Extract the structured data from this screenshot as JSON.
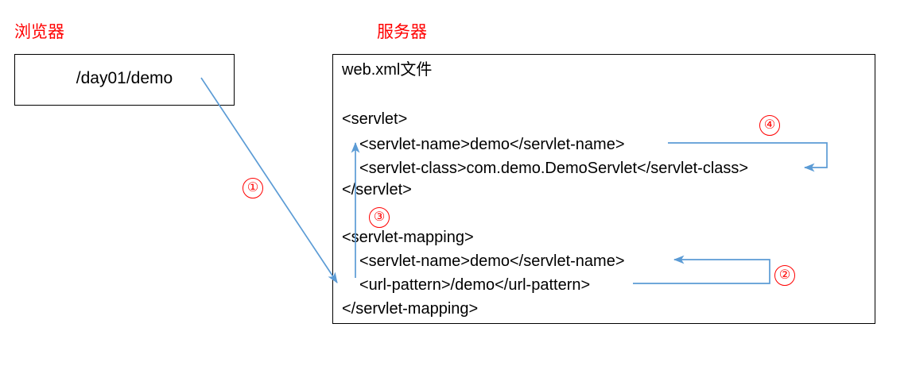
{
  "diagram": {
    "title_browser": "浏览器",
    "title_server": "服务器",
    "accent_red": "#ff0000",
    "accent_blue": "#5b9bd5",
    "outline_black": "#000000",
    "background": "#ffffff"
  },
  "browser": {
    "label": "浏览器",
    "url_value": "/day01/demo"
  },
  "server": {
    "label": "服务器",
    "file_heading": "web.xml文件",
    "code_lines": [
      {
        "text": "<servlet>",
        "indent": 0
      },
      {
        "text": "<servlet-name>demo</servlet-name>",
        "indent": 1
      },
      {
        "text": "<servlet-class>com.demo.DemoServlet</servlet-class>",
        "indent": 1
      },
      {
        "text": "</servlet>",
        "indent": 0
      },
      {
        "text": "<servlet-mapping>",
        "indent": 0
      },
      {
        "text": "<servlet-name>demo</servlet-name>",
        "indent": 1
      },
      {
        "text": "<url-pattern>/demo</url-pattern>",
        "indent": 1
      },
      {
        "text": "</servlet-mapping>",
        "indent": 0
      }
    ]
  },
  "markers": [
    {
      "id": "marker-1",
      "label": "①",
      "meaning": "request-url-to-url-pattern"
    },
    {
      "id": "marker-2",
      "label": "②",
      "meaning": "url-pattern-to-mapping-servlet-name"
    },
    {
      "id": "marker-3",
      "label": "③",
      "meaning": "mapping-servlet-name-to-servlet-name"
    },
    {
      "id": "marker-4",
      "label": "④",
      "meaning": "servlet-name-to-servlet-class"
    }
  ]
}
